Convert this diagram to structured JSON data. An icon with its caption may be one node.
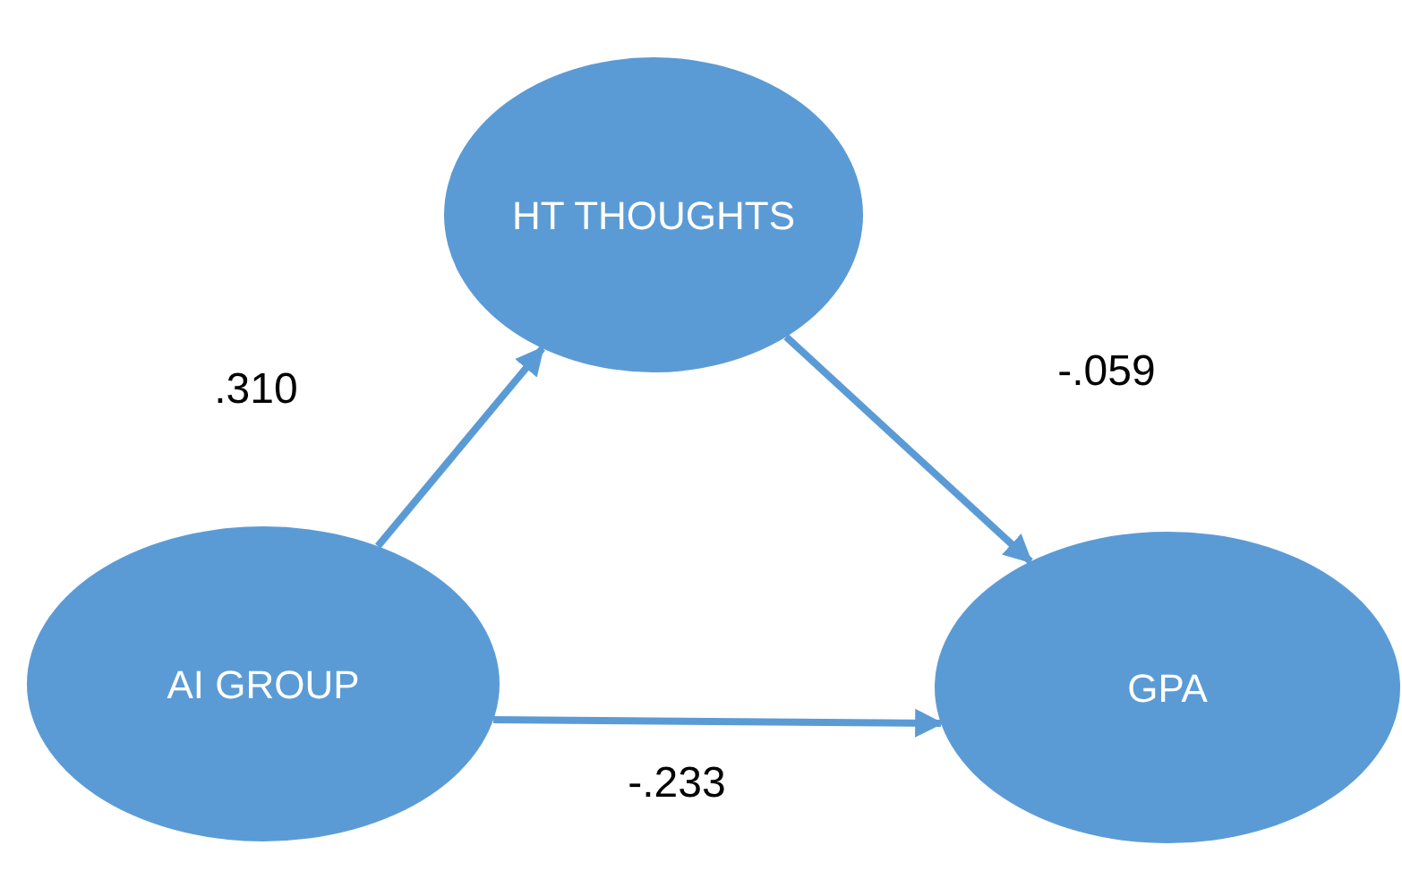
{
  "diagram": {
    "nodes": [
      {
        "text": [
          "HT THOUGHTS"
        ]
      },
      {
        "text": [
          "AI GROUP"
        ]
      },
      {
        "text": [
          "GPA"
        ]
      }
    ],
    "edges": [
      {
        "from": 1,
        "to": 0,
        "arrow": "to",
        "label": ".310"
      },
      {
        "from": 0,
        "to": 2,
        "arrow": "to",
        "label": "-.059"
      },
      {
        "from": 1,
        "to": 2,
        "arrow": "to",
        "label": "-.233"
      }
    ]
  }
}
